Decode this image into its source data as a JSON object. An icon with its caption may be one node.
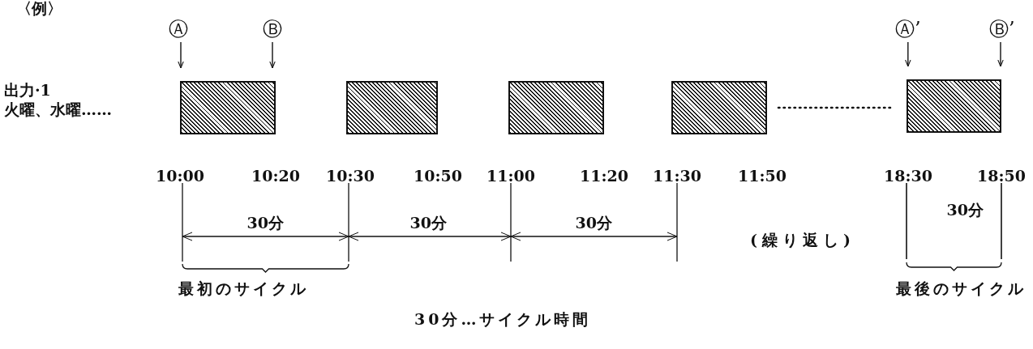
{
  "diagram": {
    "nodes": [
      {
        "text": [
          "Ⓐ"
        ]
      },
      {
        "text": [
          "Ⓑ"
        ]
      },
      {
        "text": [
          "Ⓐ’"
        ]
      },
      {
        "text": [
          "Ⓑ’"
        ]
      },
      {
        "text": [],
        "shape": "box"
      },
      {
        "text": [],
        "shape": "box"
      },
      {
        "text": [],
        "shape": "box"
      },
      {
        "text": [],
        "shape": "box"
      },
      {
        "text": [],
        "shape": "box"
      }
    ],
    "edges": [
      {
        "from": 0,
        "to": 4,
        "arrow": "to"
      },
      {
        "from": 1,
        "to": 4,
        "arrow": "to"
      },
      {
        "from": 2,
        "to": 8,
        "arrow": "to"
      },
      {
        "from": 3,
        "to": 8,
        "arrow": "to"
      }
    ],
    "labels": [
      "〈例〉",
      "出力·1",
      "火曜、水曜……",
      "10:00",
      "10:20",
      "10:30",
      "10:50",
      "11:00",
      "11:20",
      "11:30",
      "11:50",
      "18:30",
      "18:50",
      "30分",
      "30分",
      "30分",
      "30分",
      "(繰り返し)",
      "最初のサイクル",
      "最後のサイクル",
      "30分…サイクル時間"
    ]
  }
}
